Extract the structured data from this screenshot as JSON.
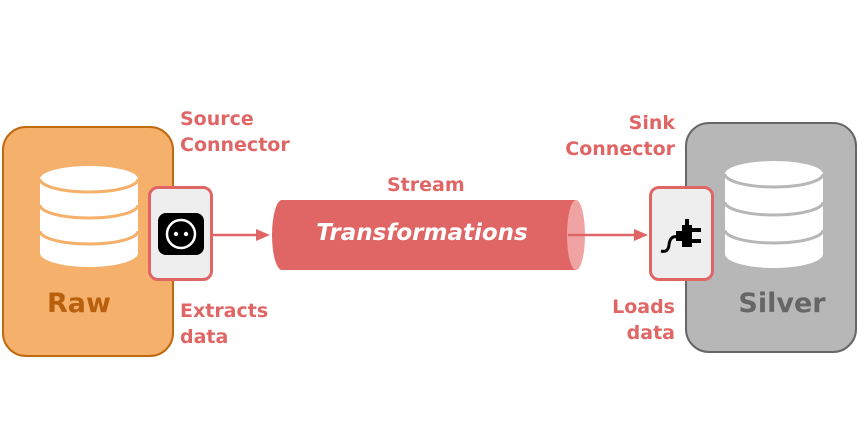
{
  "source_store": {
    "label": "Raw",
    "fill": "#F5B06B",
    "border": "#C06A10",
    "text_color": "#B8600E"
  },
  "sink_store": {
    "label": "Silver",
    "fill": "#B7B7B7",
    "border": "#666666",
    "text_color": "#666666"
  },
  "source_connector": {
    "title_line1": "Source",
    "title_line2": "Connector",
    "caption_line1": "Extracts",
    "caption_line2": "data",
    "icon": "socket-icon"
  },
  "sink_connector": {
    "title_line1": "Sink",
    "title_line2": "Connector",
    "caption_line1": "Loads",
    "caption_line2": "data",
    "icon": "plug-icon"
  },
  "stream": {
    "title": "Stream",
    "label": "Transformations",
    "fill": "#E06666"
  },
  "accent": "#E06666"
}
